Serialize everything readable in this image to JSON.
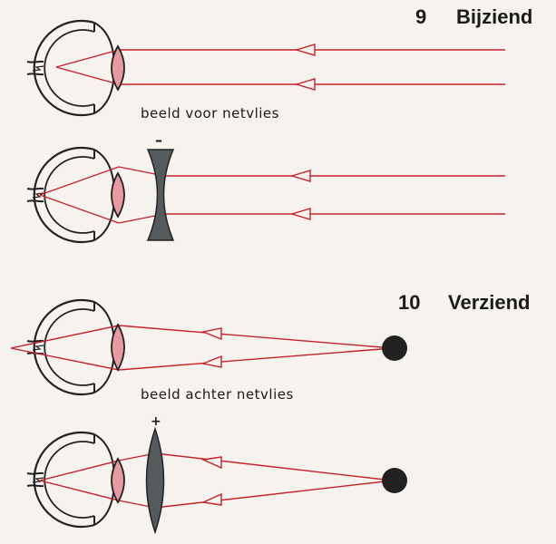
{
  "sections": [
    {
      "number": "9",
      "title": "Bijziend",
      "caption": "beeld voor netvlies",
      "correction_sign": "–"
    },
    {
      "number": "10",
      "title": "Verziend",
      "caption": "beeld achter netvlies",
      "correction_sign": "+"
    }
  ],
  "colors": {
    "ray": "#c8202a",
    "eye_lens_fill": "#e89aa2",
    "corrective_lens_fill": "#555a5c",
    "object_dot": "#222222",
    "outline": "#222222"
  }
}
